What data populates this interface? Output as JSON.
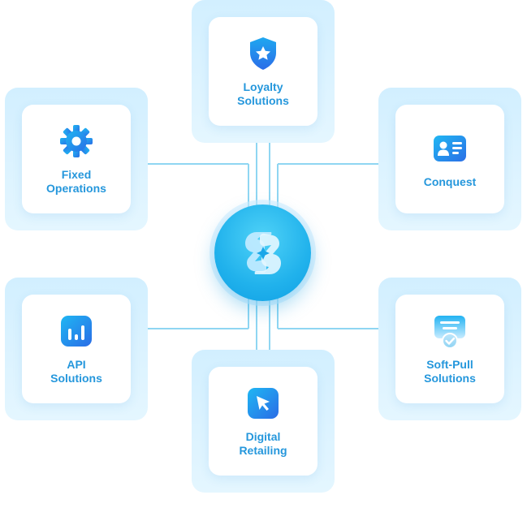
{
  "diagram": {
    "hub": {
      "icon": "brand-logo-icon"
    },
    "nodes": [
      {
        "id": "loyalty",
        "line1": "Loyalty",
        "line2": "Solutions",
        "icon": "shield-star-icon"
      },
      {
        "id": "fixed",
        "line1": "Fixed",
        "line2": "Operations",
        "icon": "gear-icon"
      },
      {
        "id": "conquest",
        "line1": "Conquest",
        "line2": "",
        "icon": "id-card-icon"
      },
      {
        "id": "api",
        "line1": "API",
        "line2": "Solutions",
        "icon": "bar-chart-icon"
      },
      {
        "id": "digital",
        "line1": "Digital",
        "line2": "Retailing",
        "icon": "cursor-pointer-icon"
      },
      {
        "id": "softpull",
        "line1": "Soft-Pull",
        "line2": "Solutions",
        "icon": "certificate-check-icon"
      }
    ]
  },
  "colors": {
    "accent": "#2597dc",
    "tile_bg": "#d2efff",
    "connector": "#8fd6f2",
    "hub_gradient_start": "#4fd2f7",
    "hub_gradient_end": "#0f9fe4"
  }
}
